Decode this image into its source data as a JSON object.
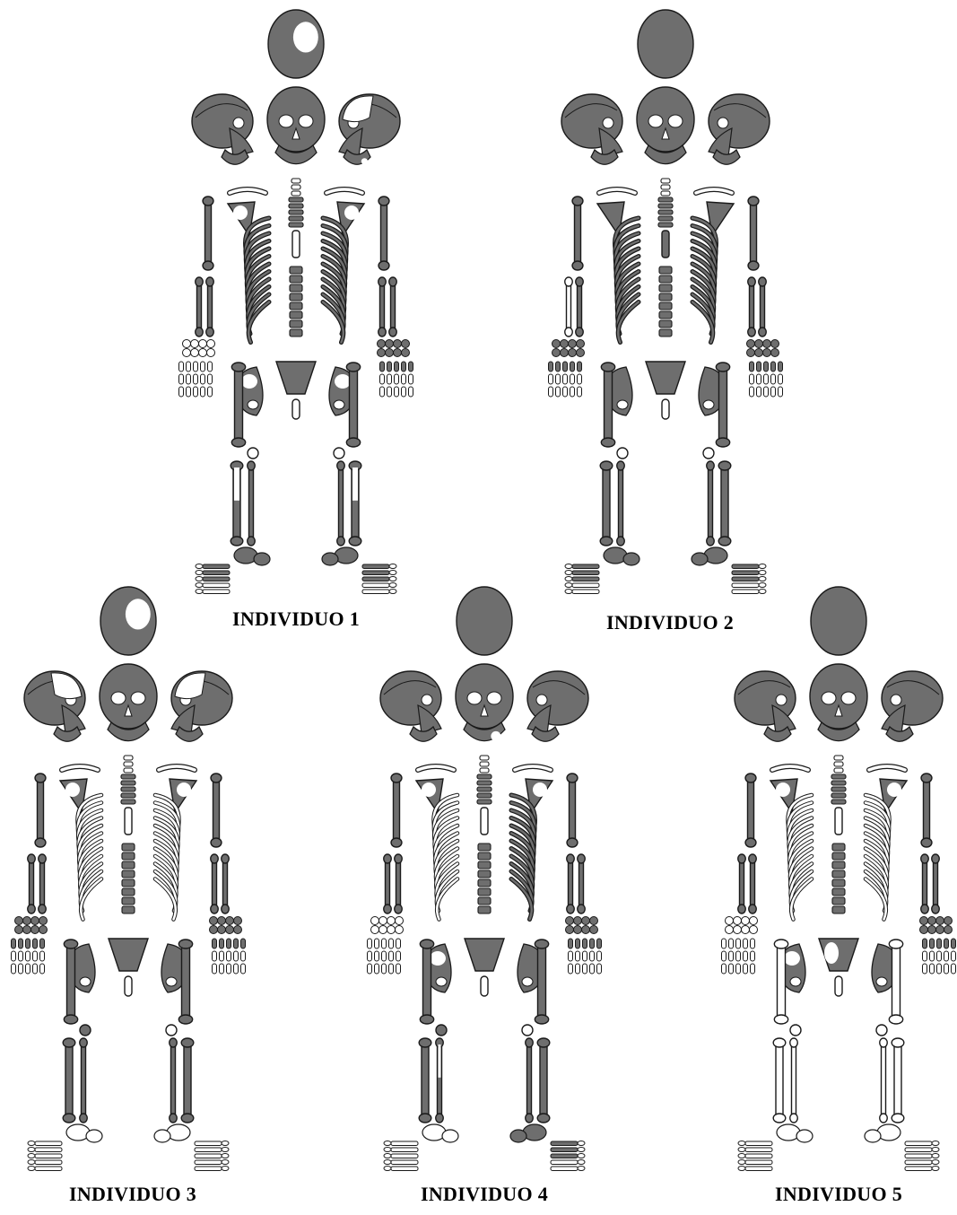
{
  "colors": {
    "preserved": "#6e6e6e",
    "absent": "#ffffff",
    "outline": "#1a1a1a",
    "background": "#ffffff"
  },
  "individuals": [
    {
      "label": "INDIVIDUO 1",
      "preservation": {
        "skull_top": "partial",
        "skull_left": "full",
        "skull_front": "full",
        "skull_right": "partial",
        "mandible_left": "full",
        "mandible_front": "full",
        "mandible_right": "partial",
        "clavicle_left": "absent",
        "clavicle_right": "absent",
        "scapula_left": "partial",
        "scapula_right": "partial",
        "humerus_left": "full",
        "humerus_right": "full",
        "radius_left": "full",
        "ulna_left": "full",
        "radius_right": "full",
        "ulna_right": "full",
        "cervical": "absent",
        "thoracic": "full",
        "lumbar": "full",
        "sternum": "absent",
        "ribs_left": "full",
        "ribs_right": "full",
        "hand_left": "absent",
        "hand_right": "partial",
        "sacrum": "full",
        "coccyx": "absent",
        "pelvis_left": "partial",
        "pelvis_right": "partial",
        "femur_left": "full",
        "femur_right": "full",
        "patella_left": "absent",
        "patella_right": "absent",
        "tibia_left": "partial",
        "fibula_left": "full",
        "tibia_right": "partial",
        "fibula_right": "full",
        "foot_left": "partial",
        "foot_right": "partial"
      }
    },
    {
      "label": "INDIVIDUO 2",
      "preservation": {
        "skull_top": "full",
        "skull_left": "full",
        "skull_front": "full",
        "skull_right": "full",
        "mandible_left": "full",
        "mandible_front": "full",
        "mandible_right": "full",
        "clavicle_left": "absent",
        "clavicle_right": "absent",
        "scapula_left": "full",
        "scapula_right": "full",
        "humerus_left": "full",
        "humerus_right": "full",
        "radius_left": "absent",
        "ulna_left": "full",
        "radius_right": "full",
        "ulna_right": "full",
        "cervical": "absent",
        "thoracic": "full",
        "lumbar": "full",
        "sternum": "full",
        "ribs_left": "partial",
        "ribs_right": "full",
        "hand_left": "partial",
        "hand_right": "partial",
        "sacrum": "full",
        "coccyx": "absent",
        "pelvis_left": "full",
        "pelvis_right": "full",
        "femur_left": "full",
        "femur_right": "full",
        "patella_left": "absent",
        "patella_right": "absent",
        "tibia_left": "full",
        "fibula_left": "full",
        "tibia_right": "full",
        "fibula_right": "full",
        "foot_left": "partial",
        "foot_right": "partial"
      }
    },
    {
      "label": "INDIVIDUO 3",
      "preservation": {
        "skull_top": "partial",
        "skull_left": "partial",
        "skull_front": "full",
        "skull_right": "partial",
        "mandible_left": "full",
        "mandible_front": "full",
        "mandible_right": "full",
        "clavicle_left": "absent",
        "clavicle_right": "absent",
        "scapula_left": "partial",
        "scapula_right": "partial",
        "humerus_left": "full",
        "humerus_right": "full",
        "radius_left": "full",
        "ulna_left": "full",
        "radius_right": "full",
        "ulna_right": "full",
        "cervical": "absent",
        "thoracic": "full",
        "lumbar": "full",
        "sternum": "absent",
        "ribs_left": "absent",
        "ribs_right": "absent",
        "hand_left": "partial",
        "hand_right": "partial",
        "sacrum": "full",
        "coccyx": "absent",
        "pelvis_left": "full",
        "pelvis_right": "full",
        "femur_left": "full",
        "femur_right": "full",
        "patella_left": "full",
        "patella_right": "absent",
        "tibia_left": "full",
        "fibula_left": "full",
        "tibia_right": "full",
        "fibula_right": "full",
        "foot_left": "absent",
        "foot_right": "absent"
      }
    },
    {
      "label": "INDIVIDUO 4",
      "preservation": {
        "skull_top": "full",
        "skull_left": "full",
        "skull_front": "full",
        "skull_right": "full",
        "mandible_left": "full",
        "mandible_front": "partial",
        "mandible_right": "full",
        "clavicle_left": "absent",
        "clavicle_right": "absent",
        "scapula_left": "partial",
        "scapula_right": "partial",
        "humerus_left": "full",
        "humerus_right": "full",
        "radius_left": "full",
        "ulna_left": "full",
        "radius_right": "full",
        "ulna_right": "full",
        "cervical": "absent",
        "thoracic": "full",
        "lumbar": "full",
        "sternum": "absent",
        "ribs_left": "absent",
        "ribs_right": "full",
        "hand_left": "absent",
        "hand_right": "partial",
        "sacrum": "full",
        "coccyx": "absent",
        "pelvis_left": "partial",
        "pelvis_right": "full",
        "femur_left": "full",
        "femur_right": "full",
        "patella_left": "full",
        "patella_right": "absent",
        "tibia_left": "full",
        "fibula_left": "partial",
        "tibia_right": "full",
        "fibula_right": "full",
        "foot_left": "absent",
        "foot_right": "partial"
      }
    },
    {
      "label": "INDIVIDUO 5",
      "preservation": {
        "skull_top": "full",
        "skull_left": "full",
        "skull_front": "full",
        "skull_right": "full",
        "mandible_left": "full",
        "mandible_front": "full",
        "mandible_right": "full",
        "clavicle_left": "absent",
        "clavicle_right": "absent",
        "scapula_left": "partial",
        "scapula_right": "partial",
        "humerus_left": "full",
        "humerus_right": "full",
        "radius_left": "full",
        "ulna_left": "full",
        "radius_right": "full",
        "ulna_right": "full",
        "cervical": "absent",
        "thoracic": "full",
        "lumbar": "full",
        "sternum": "absent",
        "ribs_left": "absent",
        "ribs_right": "absent",
        "hand_left": "absent",
        "hand_right": "partial",
        "sacrum": "partial",
        "coccyx": "absent",
        "pelvis_left": "partial",
        "pelvis_right": "full",
        "femur_left": "absent",
        "femur_right": "absent",
        "patella_left": "absent",
        "patella_right": "absent",
        "tibia_left": "absent",
        "fibula_left": "absent",
        "tibia_right": "absent",
        "fibula_right": "absent",
        "foot_left": "absent",
        "foot_right": "absent"
      }
    }
  ]
}
